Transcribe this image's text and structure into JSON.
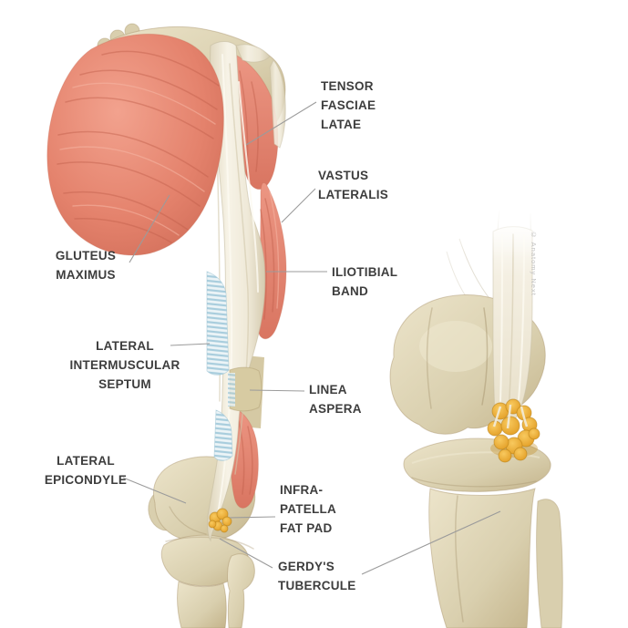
{
  "labels": {
    "tensor_fasciae_latae": "TENSOR\nFASCIAE\nLATAE",
    "vastus_lateralis": "VASTUS\nLATERALIS",
    "gluteus_maximus": "GLUTEUS\nMAXIMUS",
    "iliotibial_band": "ILIOTIBIAL\nBAND",
    "lateral_intermuscular_septum": "LATERAL\nINTERMUSCULAR\nSEPTUM",
    "linea_aspera": "LINEA\nASPERA",
    "lateral_epicondyle": "LATERAL\nEPICONDYLE",
    "infrapatella_fat_pad": "INFRA-\nPATELLA\nFAT PAD",
    "gerdys_tubercule": "GERDY'S\nTUBERCULE"
  },
  "credit": "© Anatomy Next",
  "colors": {
    "muscle": "#e58b77",
    "muscle_dark": "#c05f4b",
    "bone": "#d9cfae",
    "band": "#f1ecdd",
    "septum_blue": "#a8cddd",
    "fat_pad": "#eda23c",
    "label_text": "#3d3d3d",
    "leader_line": "#9b9b9b"
  }
}
